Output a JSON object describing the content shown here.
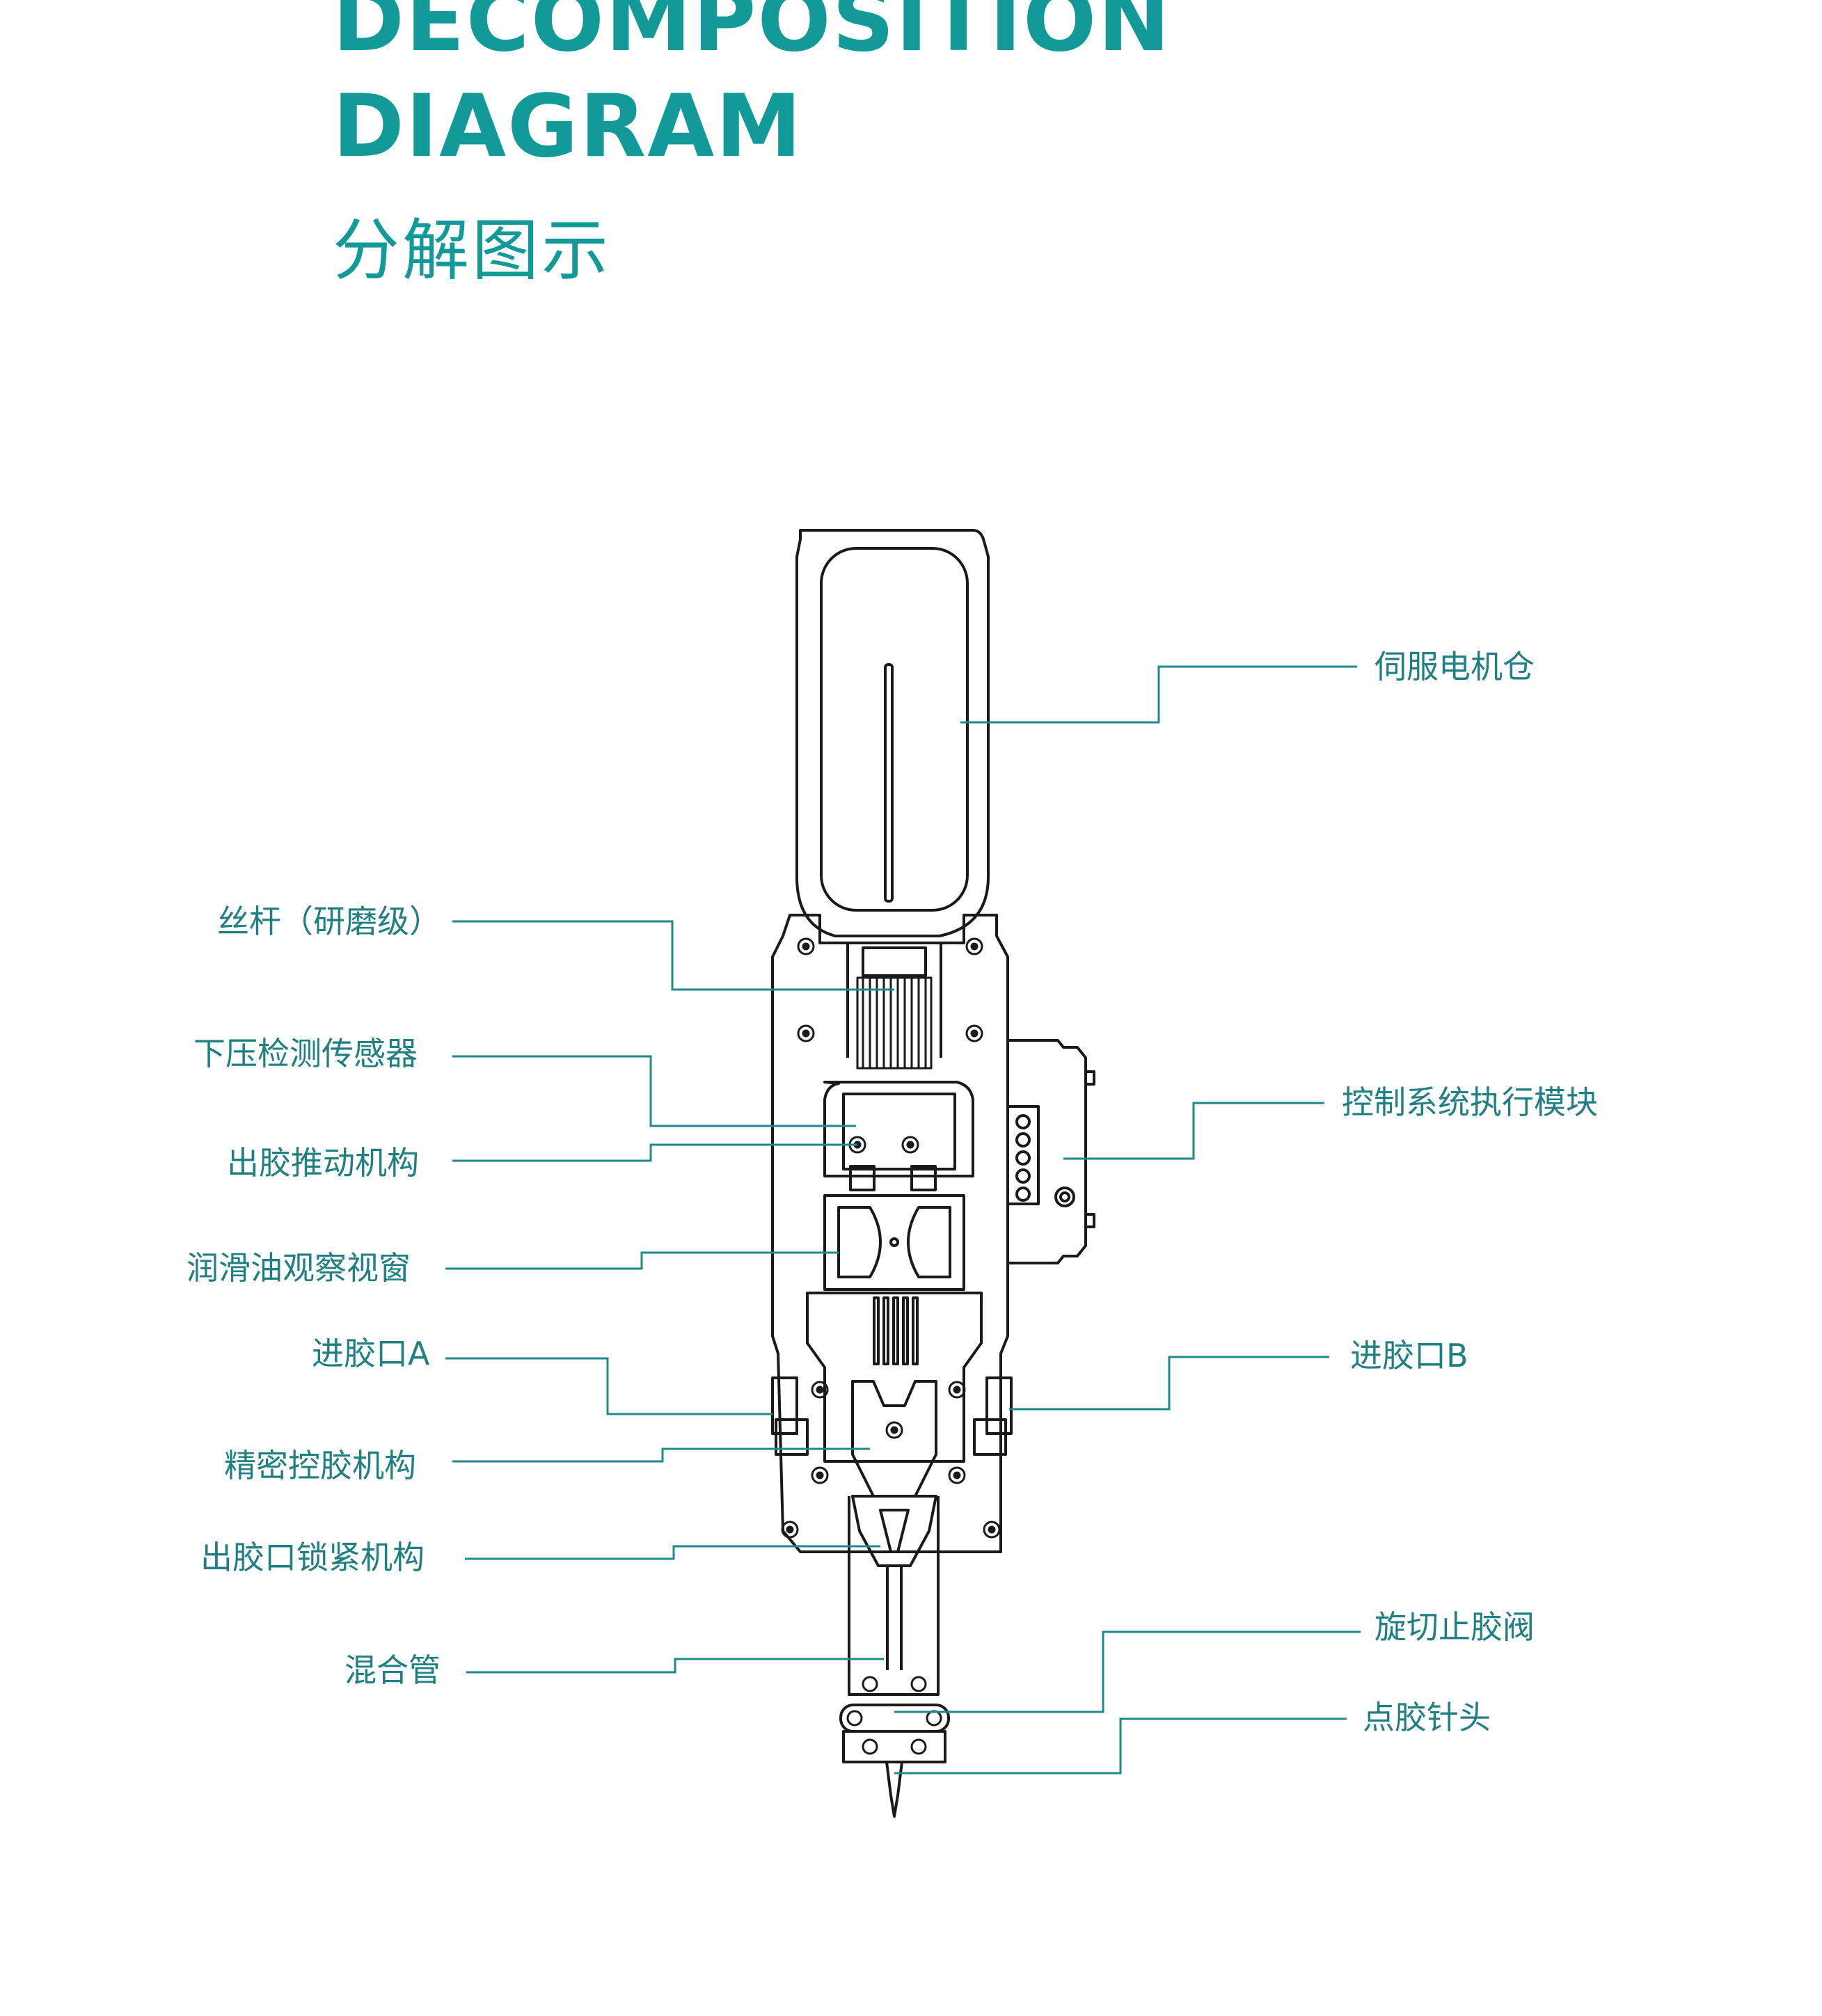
{
  "heading": {
    "line1": "DECOMPOSITION",
    "line2": "DIAGRAM",
    "subtitle": "分解图示"
  },
  "labels": {
    "servo_motor_bay": "伺服电机仓",
    "lead_screw": "丝杆（研磨级）",
    "press_sensor": "下压检测传感器",
    "control_module": "控制系统执行模块",
    "dispense_push": "出胶推动机构",
    "lube_window": "润滑油观察视窗",
    "inlet_a": "进胶口A",
    "inlet_b": "进胶口B",
    "precision_control": "精密控胶机构",
    "outlet_lock": "出胶口锁紧机构",
    "rotary_valve": "旋切止胶阀",
    "mixing_tube": "混合管",
    "needle": "点胶针头"
  },
  "colors": {
    "accent": "#129a98",
    "label_text": "#1f7f83",
    "leader_line": "#1e8a8c",
    "drawing": "#1a1a1a"
  }
}
